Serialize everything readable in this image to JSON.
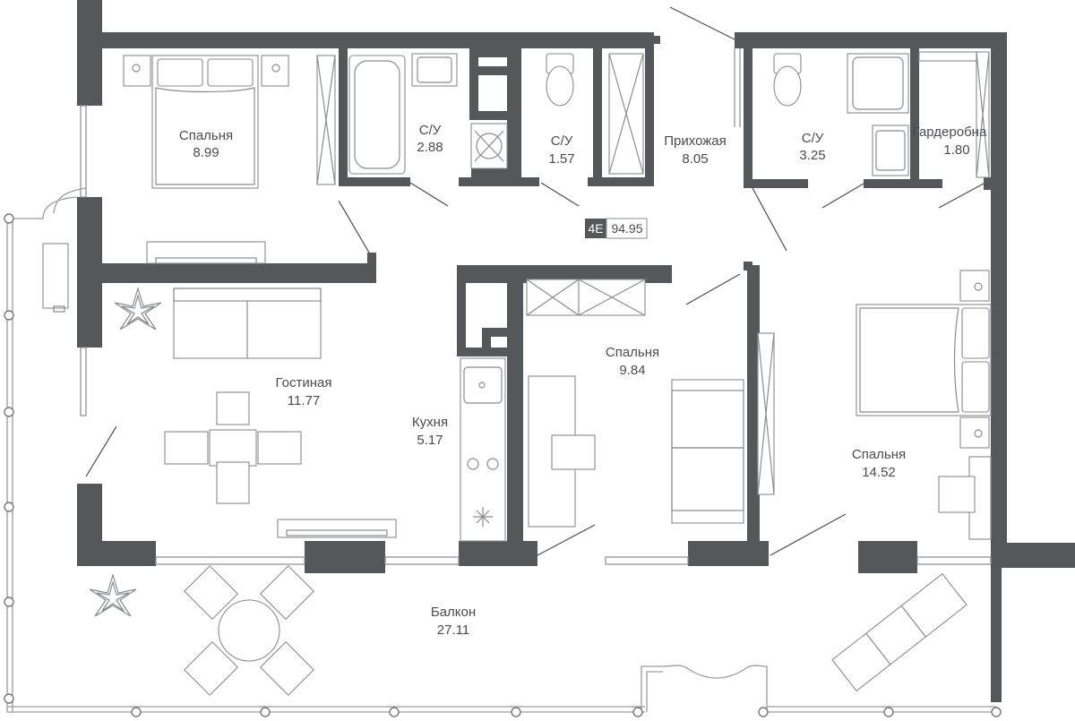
{
  "rooms": [
    {
      "name": "Спальня",
      "area": "8.99"
    },
    {
      "name": "С/У",
      "area": "2.88"
    },
    {
      "name": "С/У",
      "area": "1.57"
    },
    {
      "name": "Прихожая",
      "area": "8.05"
    },
    {
      "name": "С/У",
      "area": "3.25"
    },
    {
      "name": "Гардеробна",
      "area": "1.80"
    },
    {
      "name": "Гостиная",
      "area": "11.77"
    },
    {
      "name": "Кухня",
      "area": "5.17"
    },
    {
      "name": "Спальня",
      "area": "9.84"
    },
    {
      "name": "Спальня",
      "area": "14.52"
    },
    {
      "name": "Балкон",
      "area": "27.11"
    }
  ],
  "unit": {
    "code": "4E",
    "total_area": "94.95"
  },
  "colors": {
    "wall": "#555759",
    "line": "#8a8c8e",
    "badge": "#555759"
  }
}
